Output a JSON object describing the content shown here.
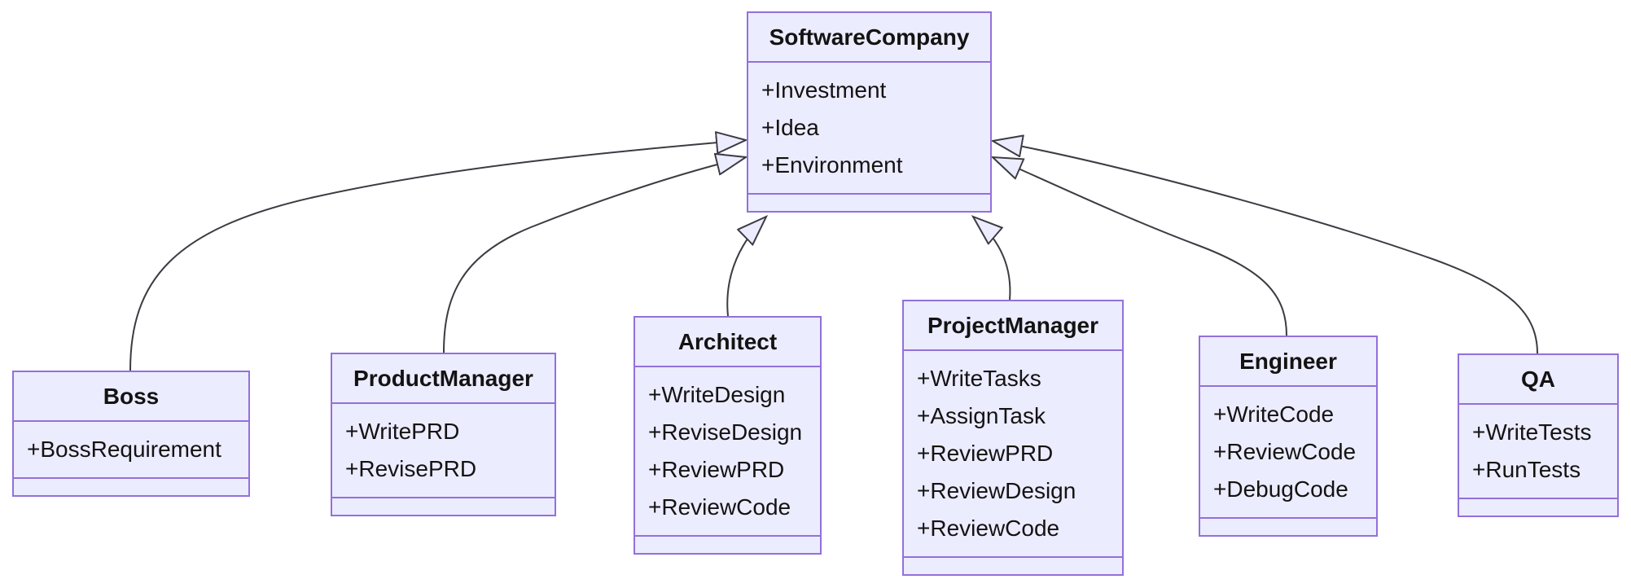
{
  "diagram_type": "uml-class-diagram",
  "classes": [
    {
      "name": "SoftwareCompany",
      "members": [
        "+Investment",
        "+Idea",
        "+Environment"
      ],
      "methods": []
    },
    {
      "name": "Boss",
      "members": [
        "+BossRequirement"
      ],
      "methods": []
    },
    {
      "name": "ProductManager",
      "members": [
        "+WritePRD",
        "+RevisePRD"
      ],
      "methods": []
    },
    {
      "name": "Architect",
      "members": [
        "+WriteDesign",
        "+ReviseDesign",
        "+ReviewPRD",
        "+ReviewCode"
      ],
      "methods": []
    },
    {
      "name": "ProjectManager",
      "members": [
        "+WriteTasks",
        "+AssignTask",
        "+ReviewPRD",
        "+ReviewDesign",
        "+ReviewCode"
      ],
      "methods": []
    },
    {
      "name": "Engineer",
      "members": [
        "+WriteCode",
        "+ReviewCode",
        "+DebugCode"
      ],
      "methods": []
    },
    {
      "name": "QA",
      "members": [
        "+WriteTests",
        "+RunTests"
      ],
      "methods": []
    }
  ],
  "relationships": [
    {
      "from": "Boss",
      "to": "SoftwareCompany",
      "type": "inheritance"
    },
    {
      "from": "ProductManager",
      "to": "SoftwareCompany",
      "type": "inheritance"
    },
    {
      "from": "Architect",
      "to": "SoftwareCompany",
      "type": "inheritance"
    },
    {
      "from": "ProjectManager",
      "to": "SoftwareCompany",
      "type": "inheritance"
    },
    {
      "from": "Engineer",
      "to": "SoftwareCompany",
      "type": "inheritance"
    },
    {
      "from": "QA",
      "to": "SoftwareCompany",
      "type": "inheritance"
    }
  ],
  "colors": {
    "node_fill": "#ECECFF",
    "node_border": "#9370DB",
    "edge_line": "#3b3b42",
    "text": "#131313",
    "background": "#ffffff"
  }
}
